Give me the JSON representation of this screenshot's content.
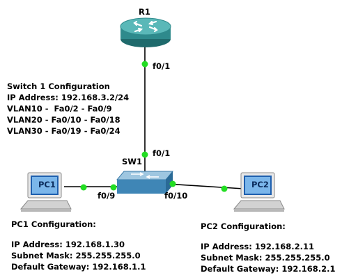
{
  "devices": {
    "router": {
      "label": "R1"
    },
    "switch": {
      "label": "SW1"
    },
    "pc1": {
      "label": "PC1"
    },
    "pc2": {
      "label": "PC2"
    }
  },
  "ports": {
    "r1_f0_1": "f0/1",
    "sw1_f0_1": "f0/1",
    "sw1_f0_9": "f0/9",
    "sw1_f0_10": "f0/10"
  },
  "switch_config": {
    "title": "Switch 1 Configuration",
    "ip": "IP Address: 192.168.3.2/24",
    "vlan10": "VLAN10 -  Fa0/2 - Fa0/9",
    "vlan20": "VLAN20 - Fa0/10 - Fa0/18",
    "vlan30": "VLAN30 - Fa0/19 - Fa0/24"
  },
  "pc1_config": {
    "title": "PC1 Configuration:",
    "ip": "IP Address: 192.168.1.30",
    "mask": "Subnet Mask: 255.255.255.0",
    "gateway": "Default Gateway: 192.168.1.1"
  },
  "pc2_config": {
    "title": "PC2 Configuration:",
    "ip": "IP Address: 192.168.2.11",
    "mask": "Subnet Mask: 255.255.255.0",
    "gateway": "Default Gateway: 192.168.2.1"
  },
  "colors": {
    "link": "#000000",
    "port_light": "#22dd22",
    "router_body": "#2e8a8c",
    "switch_body": "#4a8fb8"
  }
}
